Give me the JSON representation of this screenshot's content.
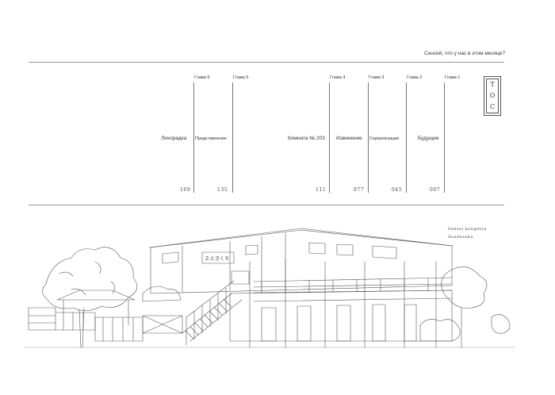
{
  "header": {
    "text": "Сенсей, что у нас в этом месяце?"
  },
  "toc": [
    "T",
    "O",
    "C"
  ],
  "chapters": [
    {
      "label": "Глава 6",
      "title": "Лихорадка",
      "page": "169"
    },
    {
      "label": "Глава 5",
      "title": "Представление",
      "page": "135"
    },
    {
      "label": "Глава 4",
      "title": "Комната № 203",
      "page": "111"
    },
    {
      "label": "Глава 3",
      "title": "Извинение",
      "page": "077"
    },
    {
      "label": "Глава 2",
      "title": "Сериализация",
      "page": "045"
    },
    {
      "label": "Глава 1",
      "title": "Будущее",
      "page": "007"
    }
  ],
  "caption": {
    "line1": "Sensei kongetsu",
    "line2": "doudesuka"
  },
  "building_sign": "Z-ときくモ"
}
